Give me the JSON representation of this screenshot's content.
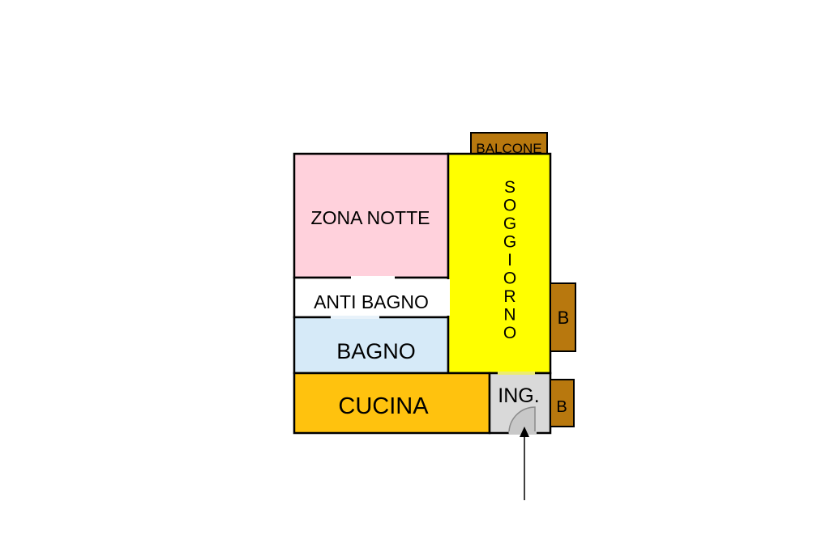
{
  "rooms": {
    "zona_notte": {
      "label": "ZONA NOTTE",
      "color": "#FFD1DC"
    },
    "anti_bagno": {
      "label": "ANTI BAGNO",
      "color": "#FFFFFF"
    },
    "bagno": {
      "label": "BAGNO",
      "color": "#D6EAF8"
    },
    "cucina": {
      "label": "CUCINA",
      "color": "#FFC20E"
    },
    "soggiorno": {
      "label": "SOGGIORNO",
      "color": "#FFFF00"
    },
    "ingresso": {
      "label": "ING.",
      "color": "#D9D9D9"
    },
    "balcone": {
      "label": "BALCONE",
      "color": "#B8780E"
    },
    "balcone_b1": {
      "label": "B",
      "color": "#B8780E"
    },
    "balcone_b2": {
      "label": "B",
      "color": "#B8780E"
    }
  },
  "colors": {
    "wall": "#000000",
    "watermark": "#F0D0D6"
  }
}
